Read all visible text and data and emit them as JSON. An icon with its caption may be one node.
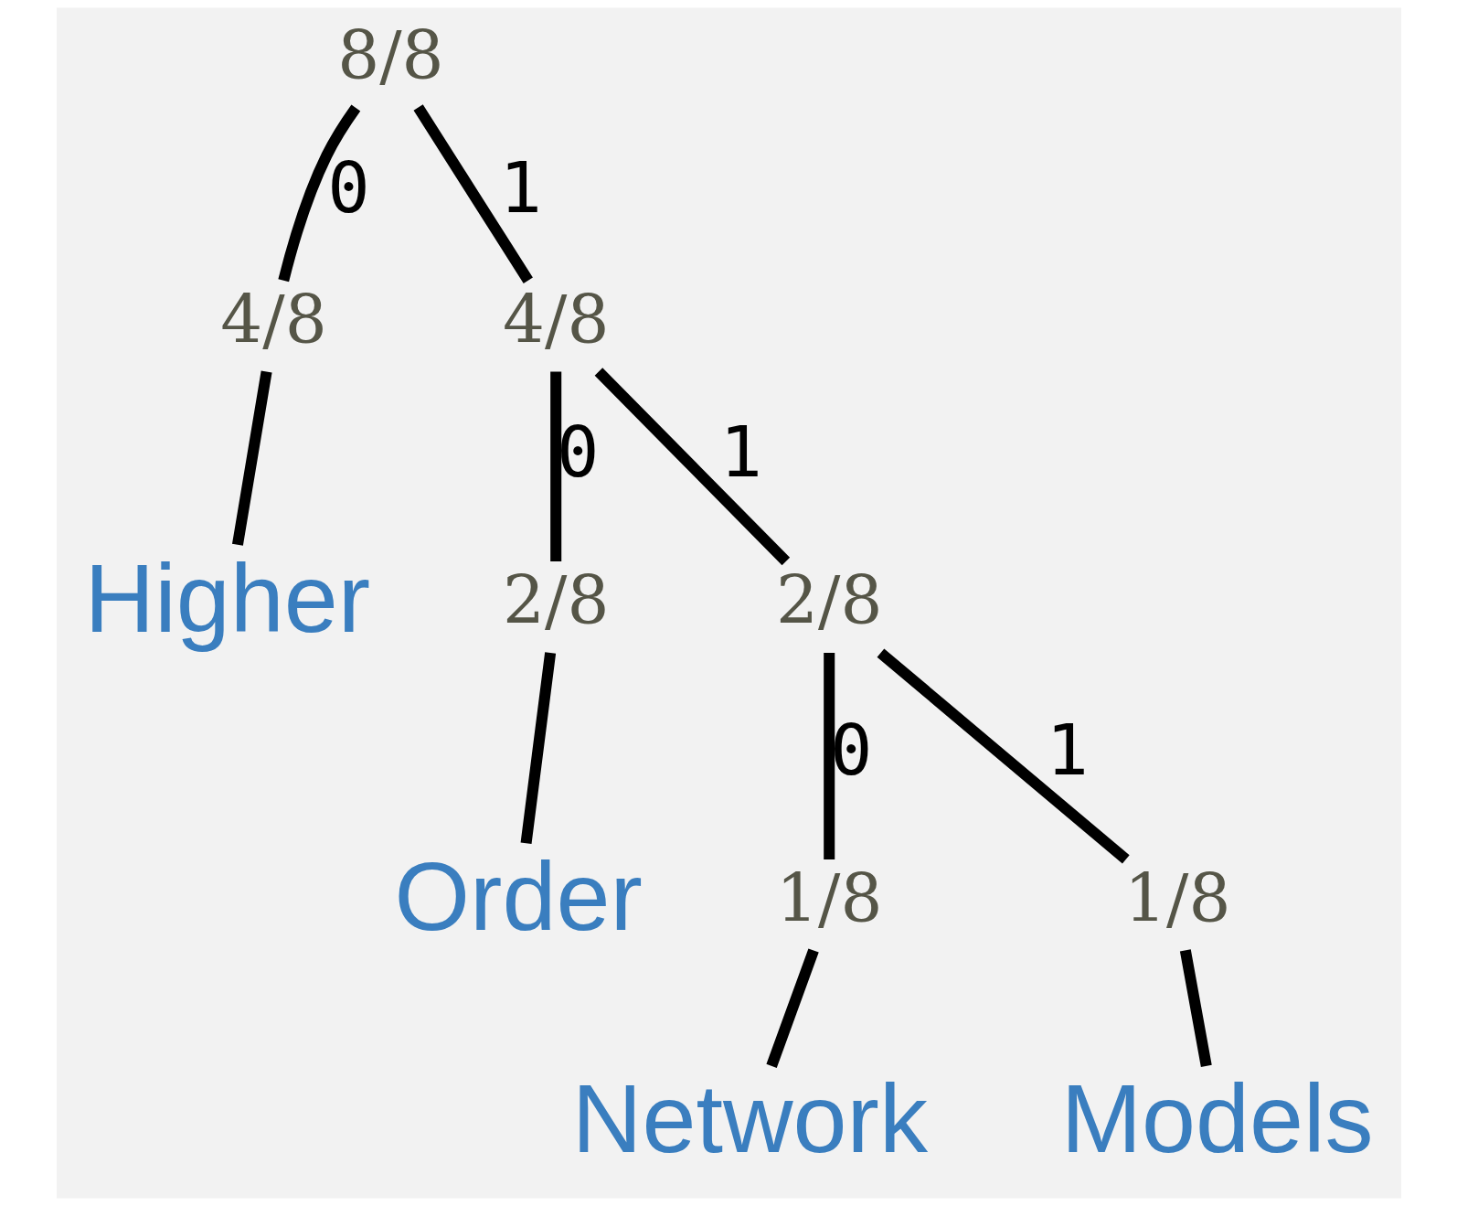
{
  "diagram": {
    "nodes": [
      {
        "text": [
          "8/8"
        ]
      },
      {
        "text": [
          "4/8"
        ]
      },
      {
        "text": [
          "4/8"
        ]
      },
      {
        "text": [
          "Higher"
        ]
      },
      {
        "text": [
          "2/8"
        ]
      },
      {
        "text": [
          "2/8"
        ]
      },
      {
        "text": [
          "Order"
        ]
      },
      {
        "text": [
          "1/8"
        ]
      },
      {
        "text": [
          "1/8"
        ]
      },
      {
        "text": [
          "Network"
        ]
      },
      {
        "text": [
          "Models"
        ]
      }
    ],
    "edges": [
      {
        "from": 0,
        "to": 1,
        "arrow": "none",
        "label": "0"
      },
      {
        "from": 0,
        "to": 2,
        "arrow": "none",
        "label": "1"
      },
      {
        "from": 1,
        "to": 3,
        "arrow": "none"
      },
      {
        "from": 2,
        "to": 4,
        "arrow": "none",
        "label": "0"
      },
      {
        "from": 2,
        "to": 5,
        "arrow": "none",
        "label": "1"
      },
      {
        "from": 4,
        "to": 6,
        "arrow": "none"
      },
      {
        "from": 5,
        "to": 7,
        "arrow": "none",
        "label": "0"
      },
      {
        "from": 5,
        "to": 8,
        "arrow": "none",
        "label": "1"
      },
      {
        "from": 7,
        "to": 9,
        "arrow": "none"
      },
      {
        "from": 8,
        "to": 10,
        "arrow": "none"
      }
    ]
  }
}
